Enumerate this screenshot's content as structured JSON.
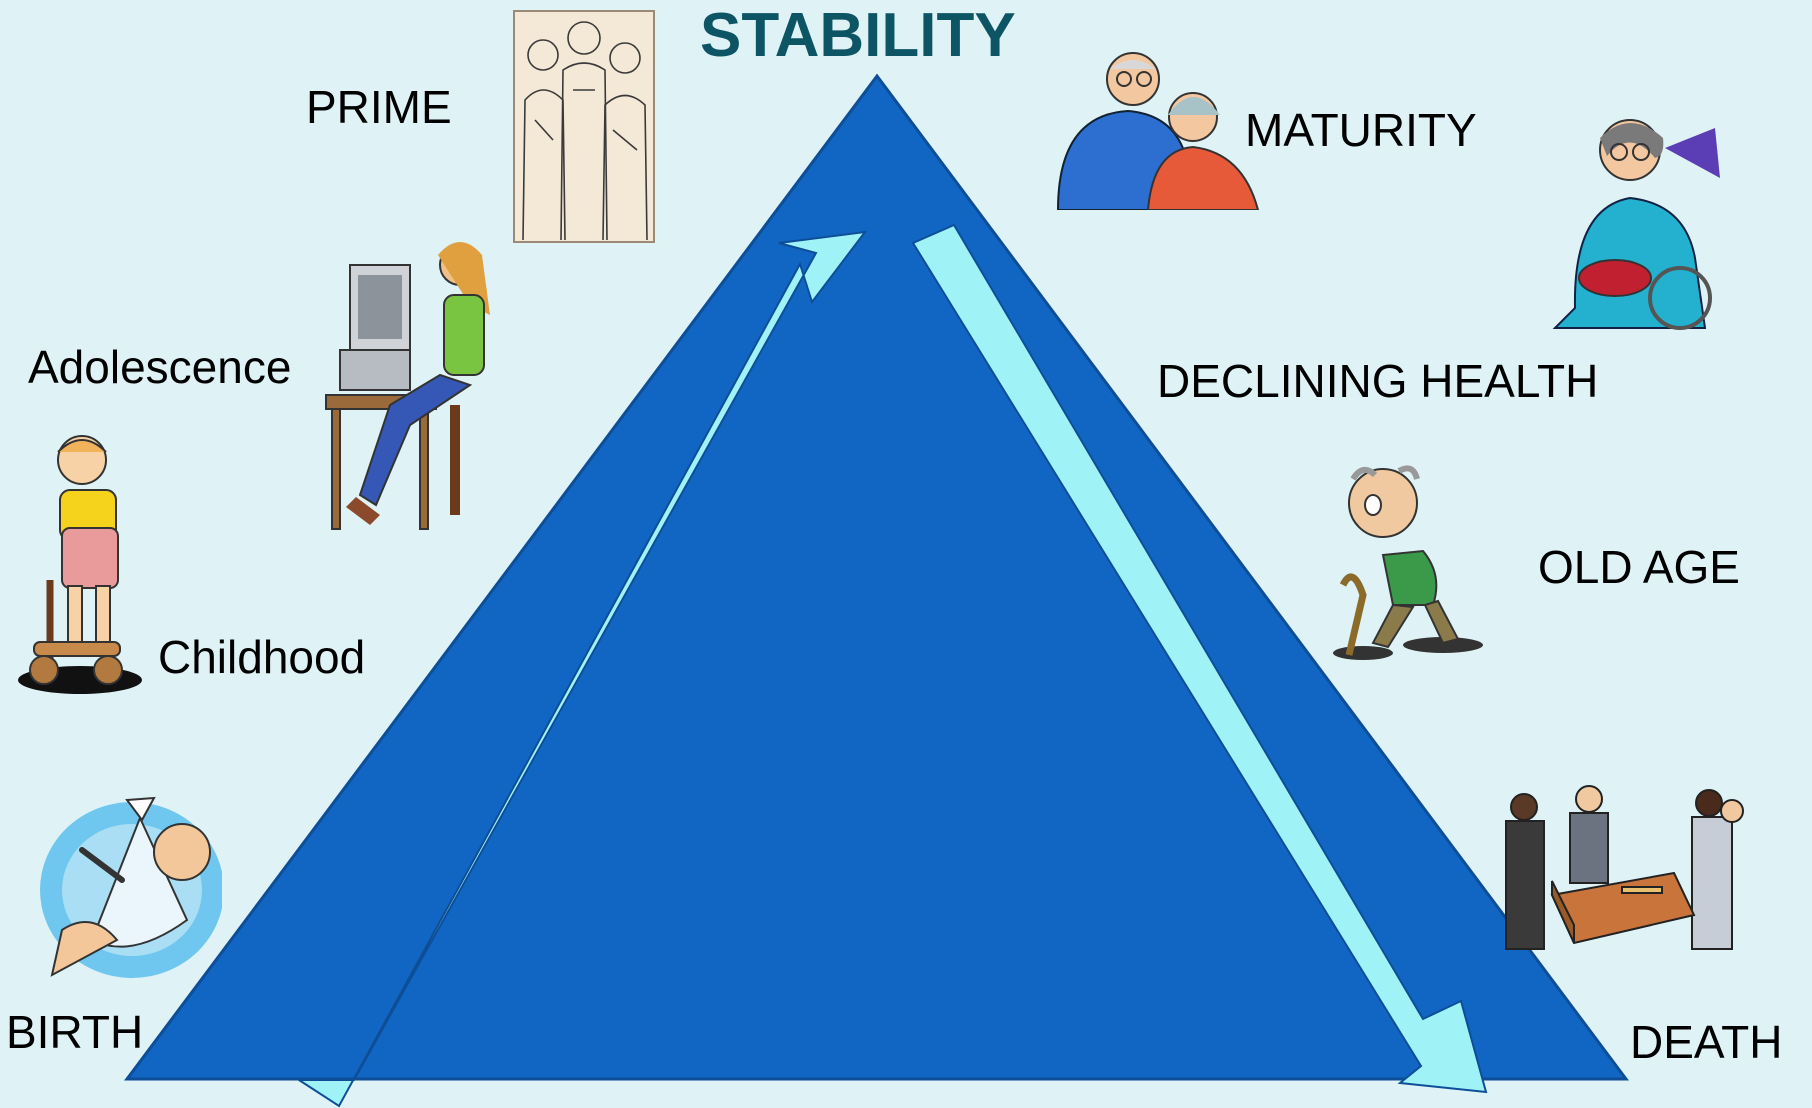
{
  "title": "STABILITY",
  "stages": {
    "birth": "BIRTH",
    "childhood": "Childhood",
    "adolescence": "Adolescence",
    "prime": "PRIME",
    "maturity": "MATURITY",
    "declining_health": "DECLINING HEALTH",
    "old_age": "OLD AGE",
    "death": "DEATH"
  },
  "colors": {
    "background": "#dff3f7",
    "triangle": "#1166c3",
    "arrow": "#9ff3f7",
    "title": "#0d5565"
  },
  "icons": {
    "birth": "baby-in-stork-bundle-icon",
    "childhood": "child-with-scooter-icon",
    "adolescence": "teen-at-computer-icon",
    "prime": "sketched-trio-icon",
    "maturity": "elderly-couple-icon",
    "declining_health": "woman-in-wheelchair-icon",
    "old_age": "old-man-with-cane-icon",
    "death": "pallbearers-with-coffin-icon"
  }
}
